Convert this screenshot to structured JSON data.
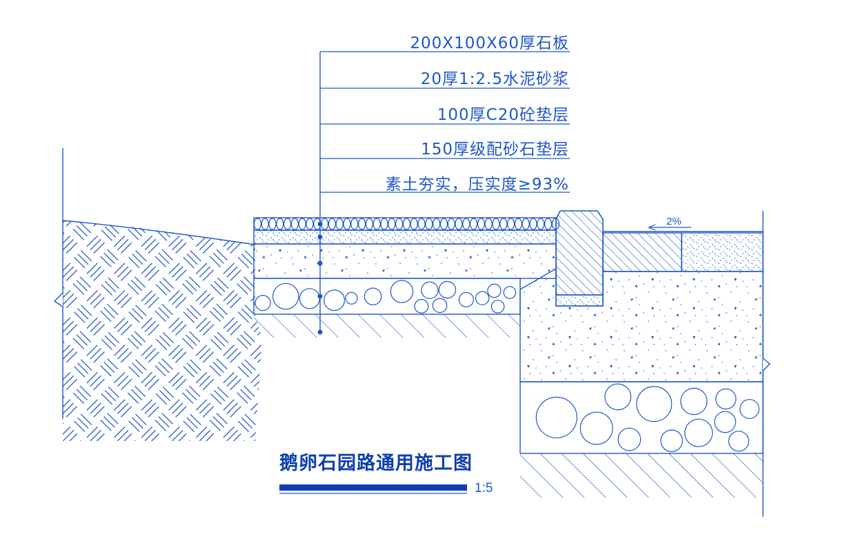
{
  "annotations": {
    "layers": [
      "200X100X60厚石板",
      "20厚1:2.5水泥砂浆",
      "100厚C20砼垫层",
      "150厚级配砂石垫层",
      "素土夯实，压实度≥93%"
    ],
    "slope": "2%"
  },
  "title": "鹅卵石园路通用施工图",
  "scale": "1:5",
  "colors": {
    "line": "#1f56c9",
    "title": "#0f3fae"
  }
}
